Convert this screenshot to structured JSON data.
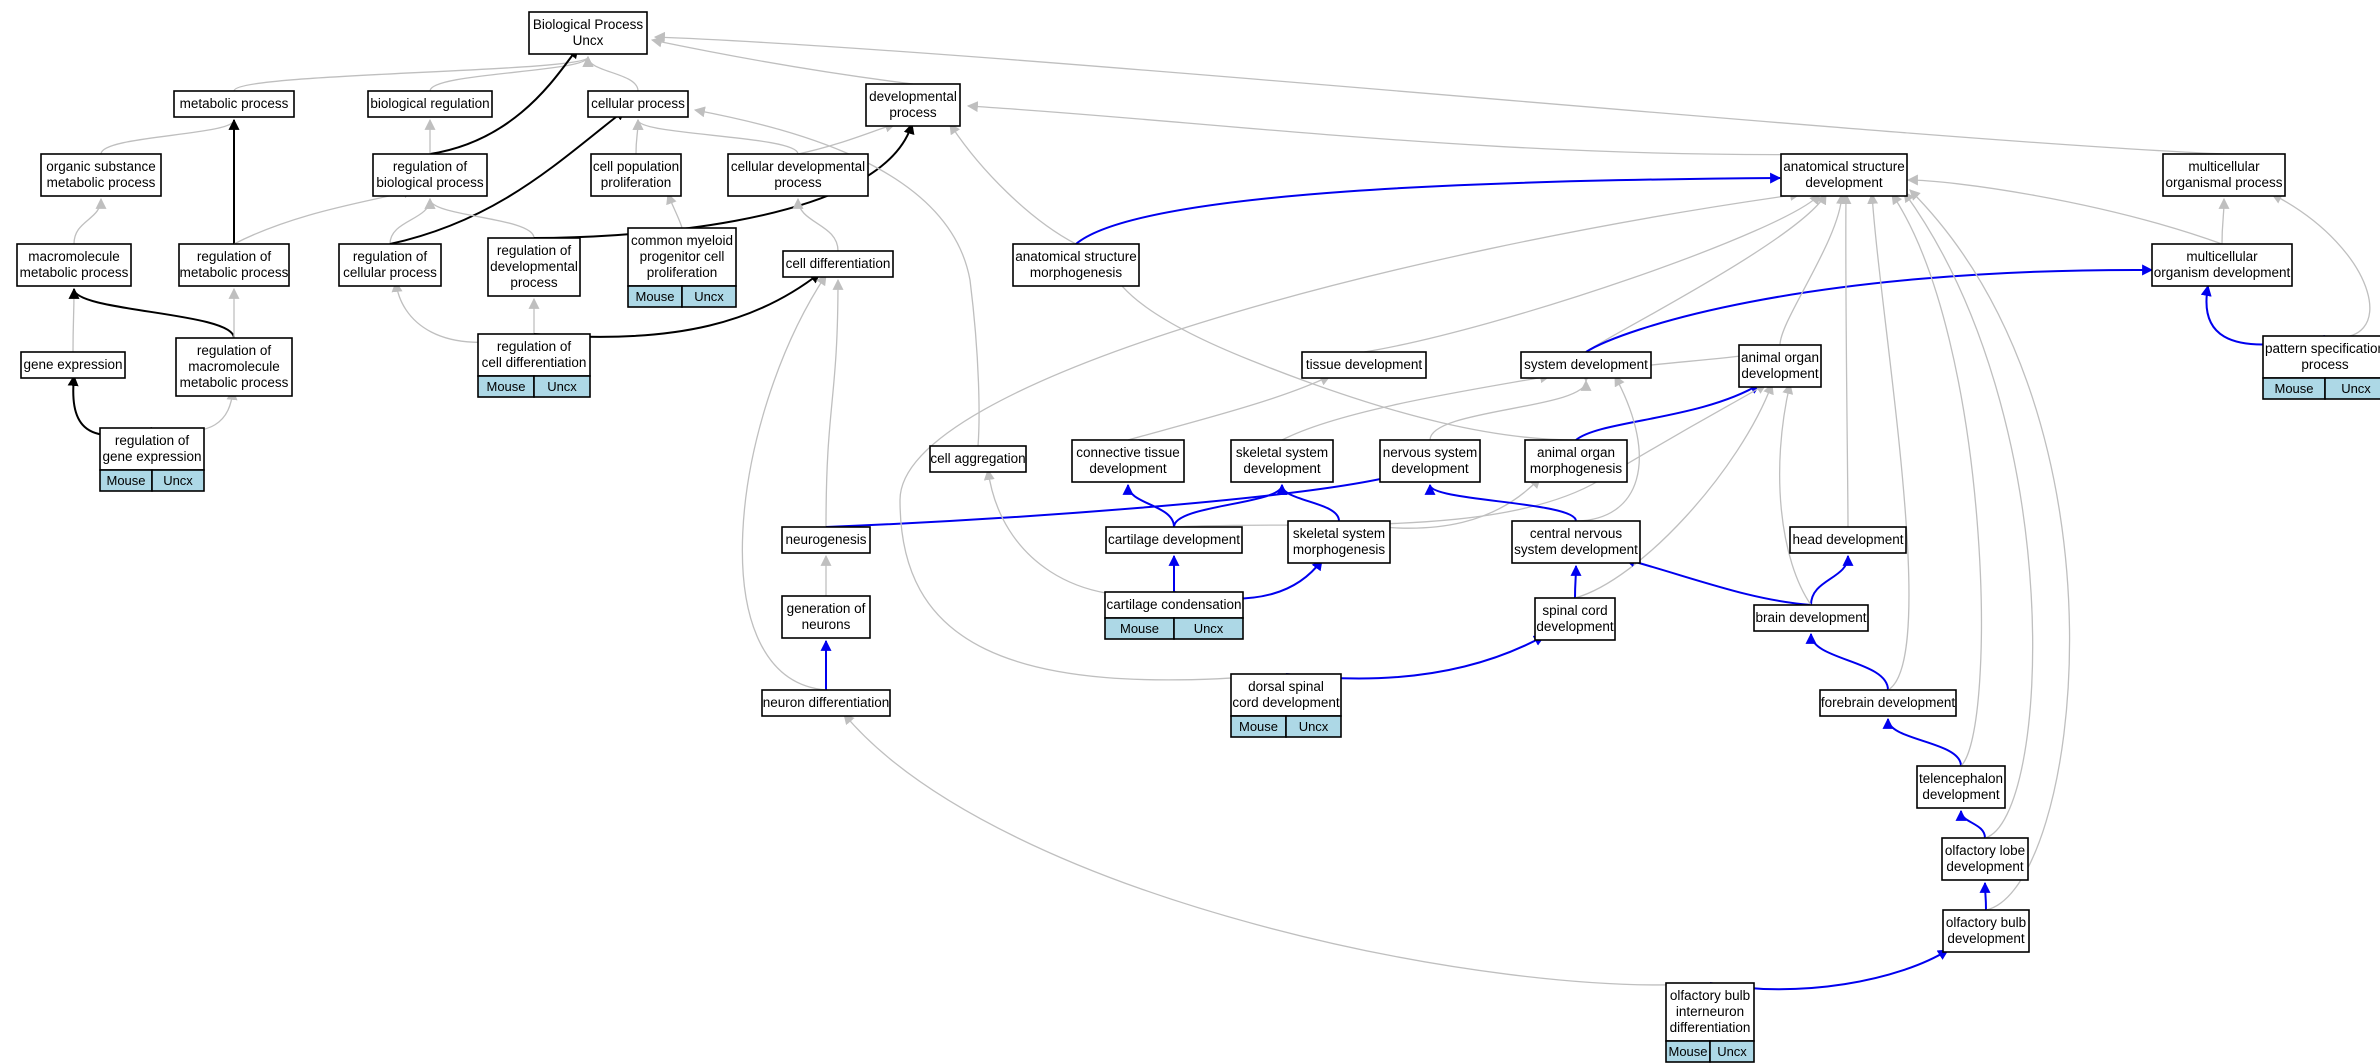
{
  "graph": {
    "title": "",
    "nodes": [
      {
        "id": "bp",
        "lines": [
          "Biological Process",
          "Uncx"
        ]
      },
      {
        "id": "metabolic",
        "lines": [
          "metabolic process"
        ]
      },
      {
        "id": "bioreg",
        "lines": [
          "biological regulation"
        ]
      },
      {
        "id": "cellular",
        "lines": [
          "cellular process"
        ]
      },
      {
        "id": "devproc",
        "lines": [
          "developmental",
          "process"
        ]
      },
      {
        "id": "organic",
        "lines": [
          "organic substance",
          "metabolic process"
        ]
      },
      {
        "id": "regbio",
        "lines": [
          "regulation of",
          "biological process"
        ]
      },
      {
        "id": "cellpop",
        "lines": [
          "cell population",
          "proliferation"
        ]
      },
      {
        "id": "celldevproc",
        "lines": [
          "cellular developmental",
          "process"
        ]
      },
      {
        "id": "anatdev",
        "lines": [
          "anatomical structure",
          "development"
        ]
      },
      {
        "id": "multiorg",
        "lines": [
          "multicellular",
          "organismal process"
        ]
      },
      {
        "id": "macro",
        "lines": [
          "macromolecule",
          "metabolic process"
        ]
      },
      {
        "id": "regmet",
        "lines": [
          "regulation of",
          "metabolic process"
        ]
      },
      {
        "id": "regcell",
        "lines": [
          "regulation of",
          "cellular process"
        ]
      },
      {
        "id": "regdev",
        "lines": [
          "regulation of",
          "developmental",
          "process"
        ]
      },
      {
        "id": "myeloid",
        "lines": [
          "common myeloid",
          "progenitor cell",
          "proliferation"
        ],
        "annotation": [
          "Mouse",
          "Uncx"
        ]
      },
      {
        "id": "celldiff",
        "lines": [
          "cell differentiation"
        ]
      },
      {
        "id": "anatmorph",
        "lines": [
          "anatomical structure",
          "morphogenesis"
        ]
      },
      {
        "id": "multidev",
        "lines": [
          "multicellular",
          "organism development"
        ]
      },
      {
        "id": "geneexp",
        "lines": [
          "gene expression"
        ]
      },
      {
        "id": "regmacro",
        "lines": [
          "regulation of",
          "macromolecule",
          "metabolic process"
        ]
      },
      {
        "id": "regcelldiff",
        "lines": [
          "regulation of",
          "cell differentiation"
        ],
        "annotation": [
          "Mouse",
          "Uncx"
        ]
      },
      {
        "id": "tissue",
        "lines": [
          "tissue development"
        ]
      },
      {
        "id": "sysdev",
        "lines": [
          "system development"
        ]
      },
      {
        "id": "animorgdev",
        "lines": [
          "animal organ",
          "development"
        ]
      },
      {
        "id": "pattern",
        "lines": [
          "pattern specification",
          "process"
        ],
        "annotation": [
          "Mouse",
          "Uncx"
        ]
      },
      {
        "id": "reggene",
        "lines": [
          "regulation of",
          "gene expression"
        ],
        "annotation": [
          "Mouse",
          "Uncx"
        ]
      },
      {
        "id": "cellagg",
        "lines": [
          "cell aggregation"
        ]
      },
      {
        "id": "conntissue",
        "lines": [
          "connective tissue",
          "development"
        ]
      },
      {
        "id": "skeldev",
        "lines": [
          "skeletal system",
          "development"
        ]
      },
      {
        "id": "nervdev",
        "lines": [
          "nervous system",
          "development"
        ]
      },
      {
        "id": "animorgmorph",
        "lines": [
          "animal organ",
          "morphogenesis"
        ]
      },
      {
        "id": "neurogenesis",
        "lines": [
          "neurogenesis"
        ]
      },
      {
        "id": "cartdev",
        "lines": [
          "cartilage development"
        ]
      },
      {
        "id": "skelmorph",
        "lines": [
          "skeletal system",
          "morphogenesis"
        ]
      },
      {
        "id": "cns",
        "lines": [
          "central nervous",
          "system development"
        ]
      },
      {
        "id": "headdev",
        "lines": [
          "head development"
        ]
      },
      {
        "id": "genneurons",
        "lines": [
          "generation of",
          "neurons"
        ]
      },
      {
        "id": "cartcond",
        "lines": [
          "cartilage condensation"
        ],
        "annotation": [
          "Mouse",
          "Uncx"
        ]
      },
      {
        "id": "spinal",
        "lines": [
          "spinal cord",
          "development"
        ]
      },
      {
        "id": "brain",
        "lines": [
          "brain development"
        ]
      },
      {
        "id": "neurondiff",
        "lines": [
          "neuron differentiation"
        ]
      },
      {
        "id": "dorsal",
        "lines": [
          "dorsal spinal",
          "cord development"
        ],
        "annotation": [
          "Mouse",
          "Uncx"
        ]
      },
      {
        "id": "forebrain",
        "lines": [
          "forebrain development"
        ]
      },
      {
        "id": "telen",
        "lines": [
          "telencephalon",
          "development"
        ]
      },
      {
        "id": "olflobe",
        "lines": [
          "olfactory lobe",
          "development"
        ]
      },
      {
        "id": "olfbulb",
        "lines": [
          "olfactory bulb",
          "development"
        ]
      },
      {
        "id": "olfinter",
        "lines": [
          "olfactory bulb",
          "interneuron",
          "differentiation"
        ],
        "annotation": [
          "Mouse",
          "Uncx"
        ]
      }
    ],
    "edges": [
      {
        "from": "metabolic",
        "to": "bp",
        "kind": "is_a"
      },
      {
        "from": "bioreg",
        "to": "bp",
        "kind": "is_a"
      },
      {
        "from": "cellular",
        "to": "bp",
        "kind": "is_a"
      },
      {
        "from": "devproc",
        "to": "bp",
        "kind": "is_a"
      },
      {
        "from": "multiorg",
        "to": "bp",
        "kind": "is_a"
      },
      {
        "from": "regbio",
        "to": "bp",
        "kind": "regulates"
      },
      {
        "from": "organic",
        "to": "metabolic",
        "kind": "is_a"
      },
      {
        "from": "macro",
        "to": "organic",
        "kind": "is_a"
      },
      {
        "from": "geneexp",
        "to": "macro",
        "kind": "is_a"
      },
      {
        "from": "regmet",
        "to": "metabolic",
        "kind": "regulates"
      },
      {
        "from": "regmet",
        "to": "regbio",
        "kind": "is_a"
      },
      {
        "from": "regbio",
        "to": "bioreg",
        "kind": "is_a"
      },
      {
        "from": "regmacro",
        "to": "macro",
        "kind": "regulates"
      },
      {
        "from": "regmacro",
        "to": "regmet",
        "kind": "is_a"
      },
      {
        "from": "reggene",
        "to": "geneexp",
        "kind": "regulates"
      },
      {
        "from": "reggene",
        "to": "regmacro",
        "kind": "is_a"
      },
      {
        "from": "regcell",
        "to": "regbio",
        "kind": "is_a"
      },
      {
        "from": "regcell",
        "to": "cellular",
        "kind": "regulates"
      },
      {
        "from": "regdev",
        "to": "regbio",
        "kind": "is_a"
      },
      {
        "from": "regdev",
        "to": "devproc",
        "kind": "regulates"
      },
      {
        "from": "regcelldiff",
        "to": "regcell",
        "kind": "is_a"
      },
      {
        "from": "regcelldiff",
        "to": "regdev",
        "kind": "is_a"
      },
      {
        "from": "regcelldiff",
        "to": "celldiff",
        "kind": "regulates"
      },
      {
        "from": "cellpop",
        "to": "cellular",
        "kind": "is_a"
      },
      {
        "from": "myeloid",
        "to": "cellpop",
        "kind": "is_a"
      },
      {
        "from": "celldevproc",
        "to": "cellular",
        "kind": "is_a"
      },
      {
        "from": "celldevproc",
        "to": "devproc",
        "kind": "is_a"
      },
      {
        "from": "celldiff",
        "to": "celldevproc",
        "kind": "is_a"
      },
      {
        "from": "anatdev",
        "to": "devproc",
        "kind": "is_a"
      },
      {
        "from": "anatmorph",
        "to": "devproc",
        "kind": "is_a"
      },
      {
        "from": "anatmorph",
        "to": "anatdev",
        "kind": "part_of"
      },
      {
        "from": "multidev",
        "to": "anatdev",
        "kind": "is_a"
      },
      {
        "from": "multidev",
        "to": "multiorg",
        "kind": "is_a"
      },
      {
        "from": "pattern",
        "to": "multidev",
        "kind": "part_of"
      },
      {
        "from": "pattern",
        "to": "multiorg",
        "kind": "is_a"
      },
      {
        "from": "cellagg",
        "to": "cellular",
        "kind": "is_a"
      },
      {
        "from": "tissue",
        "to": "anatdev",
        "kind": "is_a"
      },
      {
        "from": "sysdev",
        "to": "anatdev",
        "kind": "is_a"
      },
      {
        "from": "sysdev",
        "to": "multidev",
        "kind": "part_of"
      },
      {
        "from": "animorgdev",
        "to": "anatdev",
        "kind": "is_a"
      },
      {
        "from": "animorgdev",
        "to": "sysdev",
        "kind": "is_a"
      },
      {
        "from": "animorgmorph",
        "to": "anatmorph",
        "kind": "is_a"
      },
      {
        "from": "animorgmorph",
        "to": "animorgdev",
        "kind": "part_of"
      },
      {
        "from": "conntissue",
        "to": "tissue",
        "kind": "is_a"
      },
      {
        "from": "skeldev",
        "to": "sysdev",
        "kind": "is_a"
      },
      {
        "from": "nervdev",
        "to": "sysdev",
        "kind": "is_a"
      },
      {
        "from": "neurogenesis",
        "to": "celldiff",
        "kind": "is_a"
      },
      {
        "from": "neurogenesis",
        "to": "nervdev",
        "kind": "part_of"
      },
      {
        "from": "cartdev",
        "to": "conntissue",
        "kind": "part_of"
      },
      {
        "from": "cartdev",
        "to": "skeldev",
        "kind": "part_of"
      },
      {
        "from": "cartdev",
        "to": "animorgdev",
        "kind": "is_a"
      },
      {
        "from": "skelmorph",
        "to": "skeldev",
        "kind": "part_of"
      },
      {
        "from": "skelmorph",
        "to": "animorgmorph",
        "kind": "is_a"
      },
      {
        "from": "cns",
        "to": "nervdev",
        "kind": "part_of"
      },
      {
        "from": "cns",
        "to": "sysdev",
        "kind": "is_a"
      },
      {
        "from": "headdev",
        "to": "anatdev",
        "kind": "is_a"
      },
      {
        "from": "genneurons",
        "to": "neurogenesis",
        "kind": "is_a"
      },
      {
        "from": "cartcond",
        "to": "cartdev",
        "kind": "part_of"
      },
      {
        "from": "cartcond",
        "to": "skelmorph",
        "kind": "part_of"
      },
      {
        "from": "cartcond",
        "to": "cellagg",
        "kind": "is_a"
      },
      {
        "from": "spinal",
        "to": "cns",
        "kind": "part_of"
      },
      {
        "from": "spinal",
        "to": "animorgdev",
        "kind": "is_a"
      },
      {
        "from": "brain",
        "to": "cns",
        "kind": "part_of"
      },
      {
        "from": "brain",
        "to": "headdev",
        "kind": "part_of"
      },
      {
        "from": "brain",
        "to": "animorgdev",
        "kind": "is_a"
      },
      {
        "from": "neurondiff",
        "to": "genneurons",
        "kind": "part_of"
      },
      {
        "from": "neurondiff",
        "to": "celldiff",
        "kind": "is_a"
      },
      {
        "from": "dorsal",
        "to": "spinal",
        "kind": "part_of"
      },
      {
        "from": "dorsal",
        "to": "anatdev",
        "kind": "is_a"
      },
      {
        "from": "forebrain",
        "to": "brain",
        "kind": "part_of"
      },
      {
        "from": "forebrain",
        "to": "anatdev",
        "kind": "is_a"
      },
      {
        "from": "telen",
        "to": "forebrain",
        "kind": "part_of"
      },
      {
        "from": "telen",
        "to": "anatdev",
        "kind": "is_a"
      },
      {
        "from": "olflobe",
        "to": "telen",
        "kind": "part_of"
      },
      {
        "from": "olflobe",
        "to": "anatdev",
        "kind": "is_a"
      },
      {
        "from": "olfbulb",
        "to": "olflobe",
        "kind": "part_of"
      },
      {
        "from": "olfbulb",
        "to": "anatdev",
        "kind": "is_a"
      },
      {
        "from": "olfinter",
        "to": "olfbulb",
        "kind": "part_of"
      },
      {
        "from": "olfinter",
        "to": "neurondiff",
        "kind": "is_a"
      }
    ]
  },
  "colors": {
    "is_a": "#bfbfbf",
    "regulates": "#000000",
    "part_of": "#0000ee",
    "node_fill": "#ffffff",
    "node_stroke": "#000000",
    "annotation_fill": "#add8e6"
  }
}
